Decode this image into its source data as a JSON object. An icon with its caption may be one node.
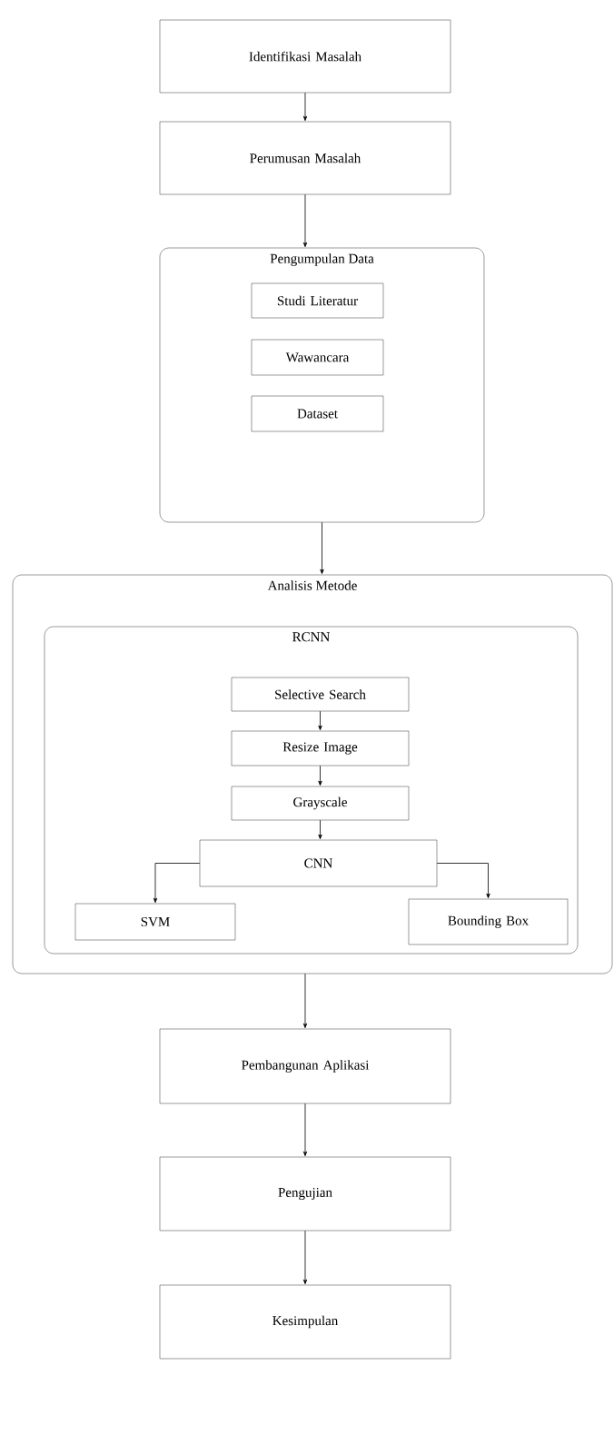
{
  "diagram": {
    "nodes": [
      {
        "text": [
          "Identifikasi Masalah"
        ]
      },
      {
        "text": [
          "Perumusan Masalah"
        ]
      },
      {
        "text": [
          "Pengumpulan Data"
        ]
      },
      {
        "text": [
          "Studi Literatur"
        ],
        "in": 2
      },
      {
        "text": [
          "Wawancara"
        ],
        "in": 2
      },
      {
        "text": [
          "Dataset"
        ],
        "in": 2
      },
      {
        "text": [
          "Analisis Metode"
        ]
      },
      {
        "text": [
          "RCNN"
        ],
        "in": 6
      },
      {
        "text": [
          "Selective Search"
        ],
        "in": 7
      },
      {
        "text": [
          "Resize Image"
        ],
        "in": 7
      },
      {
        "text": [
          "Grayscale"
        ],
        "in": 7
      },
      {
        "text": [
          "CNN"
        ],
        "in": 7
      },
      {
        "text": [
          "SVM"
        ],
        "in": 7
      },
      {
        "text": [
          "Bounding Box"
        ],
        "in": 7
      },
      {
        "text": [
          "Pembangunan Aplikasi"
        ]
      },
      {
        "text": [
          "Pengujian"
        ]
      },
      {
        "text": [
          "Kesimpulan"
        ]
      }
    ],
    "edges": [
      {
        "from": 0,
        "to": 1,
        "arrow": "to"
      },
      {
        "from": 1,
        "to": 2,
        "arrow": "to"
      },
      {
        "from": 2,
        "to": 6,
        "arrow": "to"
      },
      {
        "from": 8,
        "to": 9,
        "arrow": "to"
      },
      {
        "from": 9,
        "to": 10,
        "arrow": "to"
      },
      {
        "from": 10,
        "to": 11,
        "arrow": "to"
      },
      {
        "from": 11,
        "to": 12,
        "arrow": "to"
      },
      {
        "from": 11,
        "to": 13,
        "arrow": "to"
      },
      {
        "from": 6,
        "to": 14,
        "arrow": "to"
      },
      {
        "from": 14,
        "to": 15,
        "arrow": "to"
      },
      {
        "from": 15,
        "to": 16,
        "arrow": "to"
      }
    ]
  }
}
